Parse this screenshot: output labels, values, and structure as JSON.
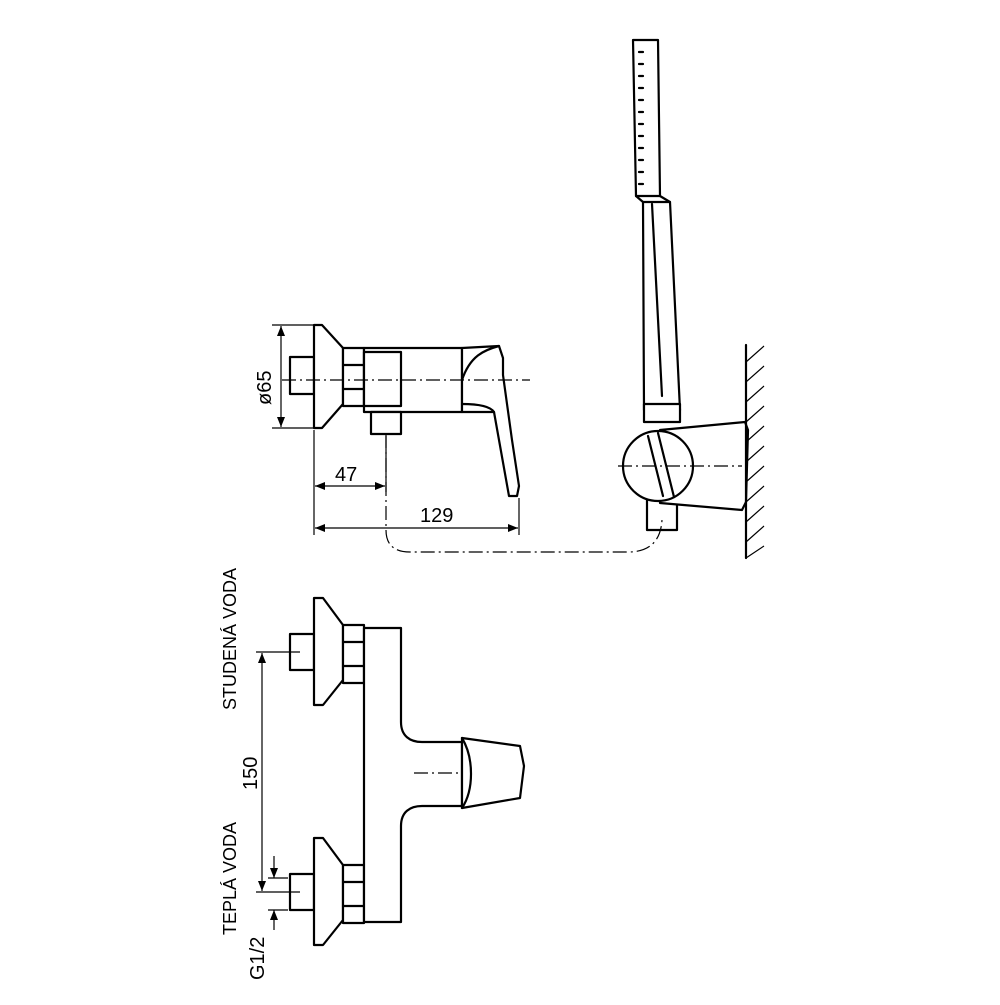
{
  "dimensions": {
    "diameter": "ø65",
    "depth_to_outlet": "47",
    "total_depth": "129",
    "inlet_spacing": "150",
    "thread": "G1/2"
  },
  "labels": {
    "cold_water": "STUDENÁ VODA",
    "hot_water": "TEPLÁ VODA"
  }
}
